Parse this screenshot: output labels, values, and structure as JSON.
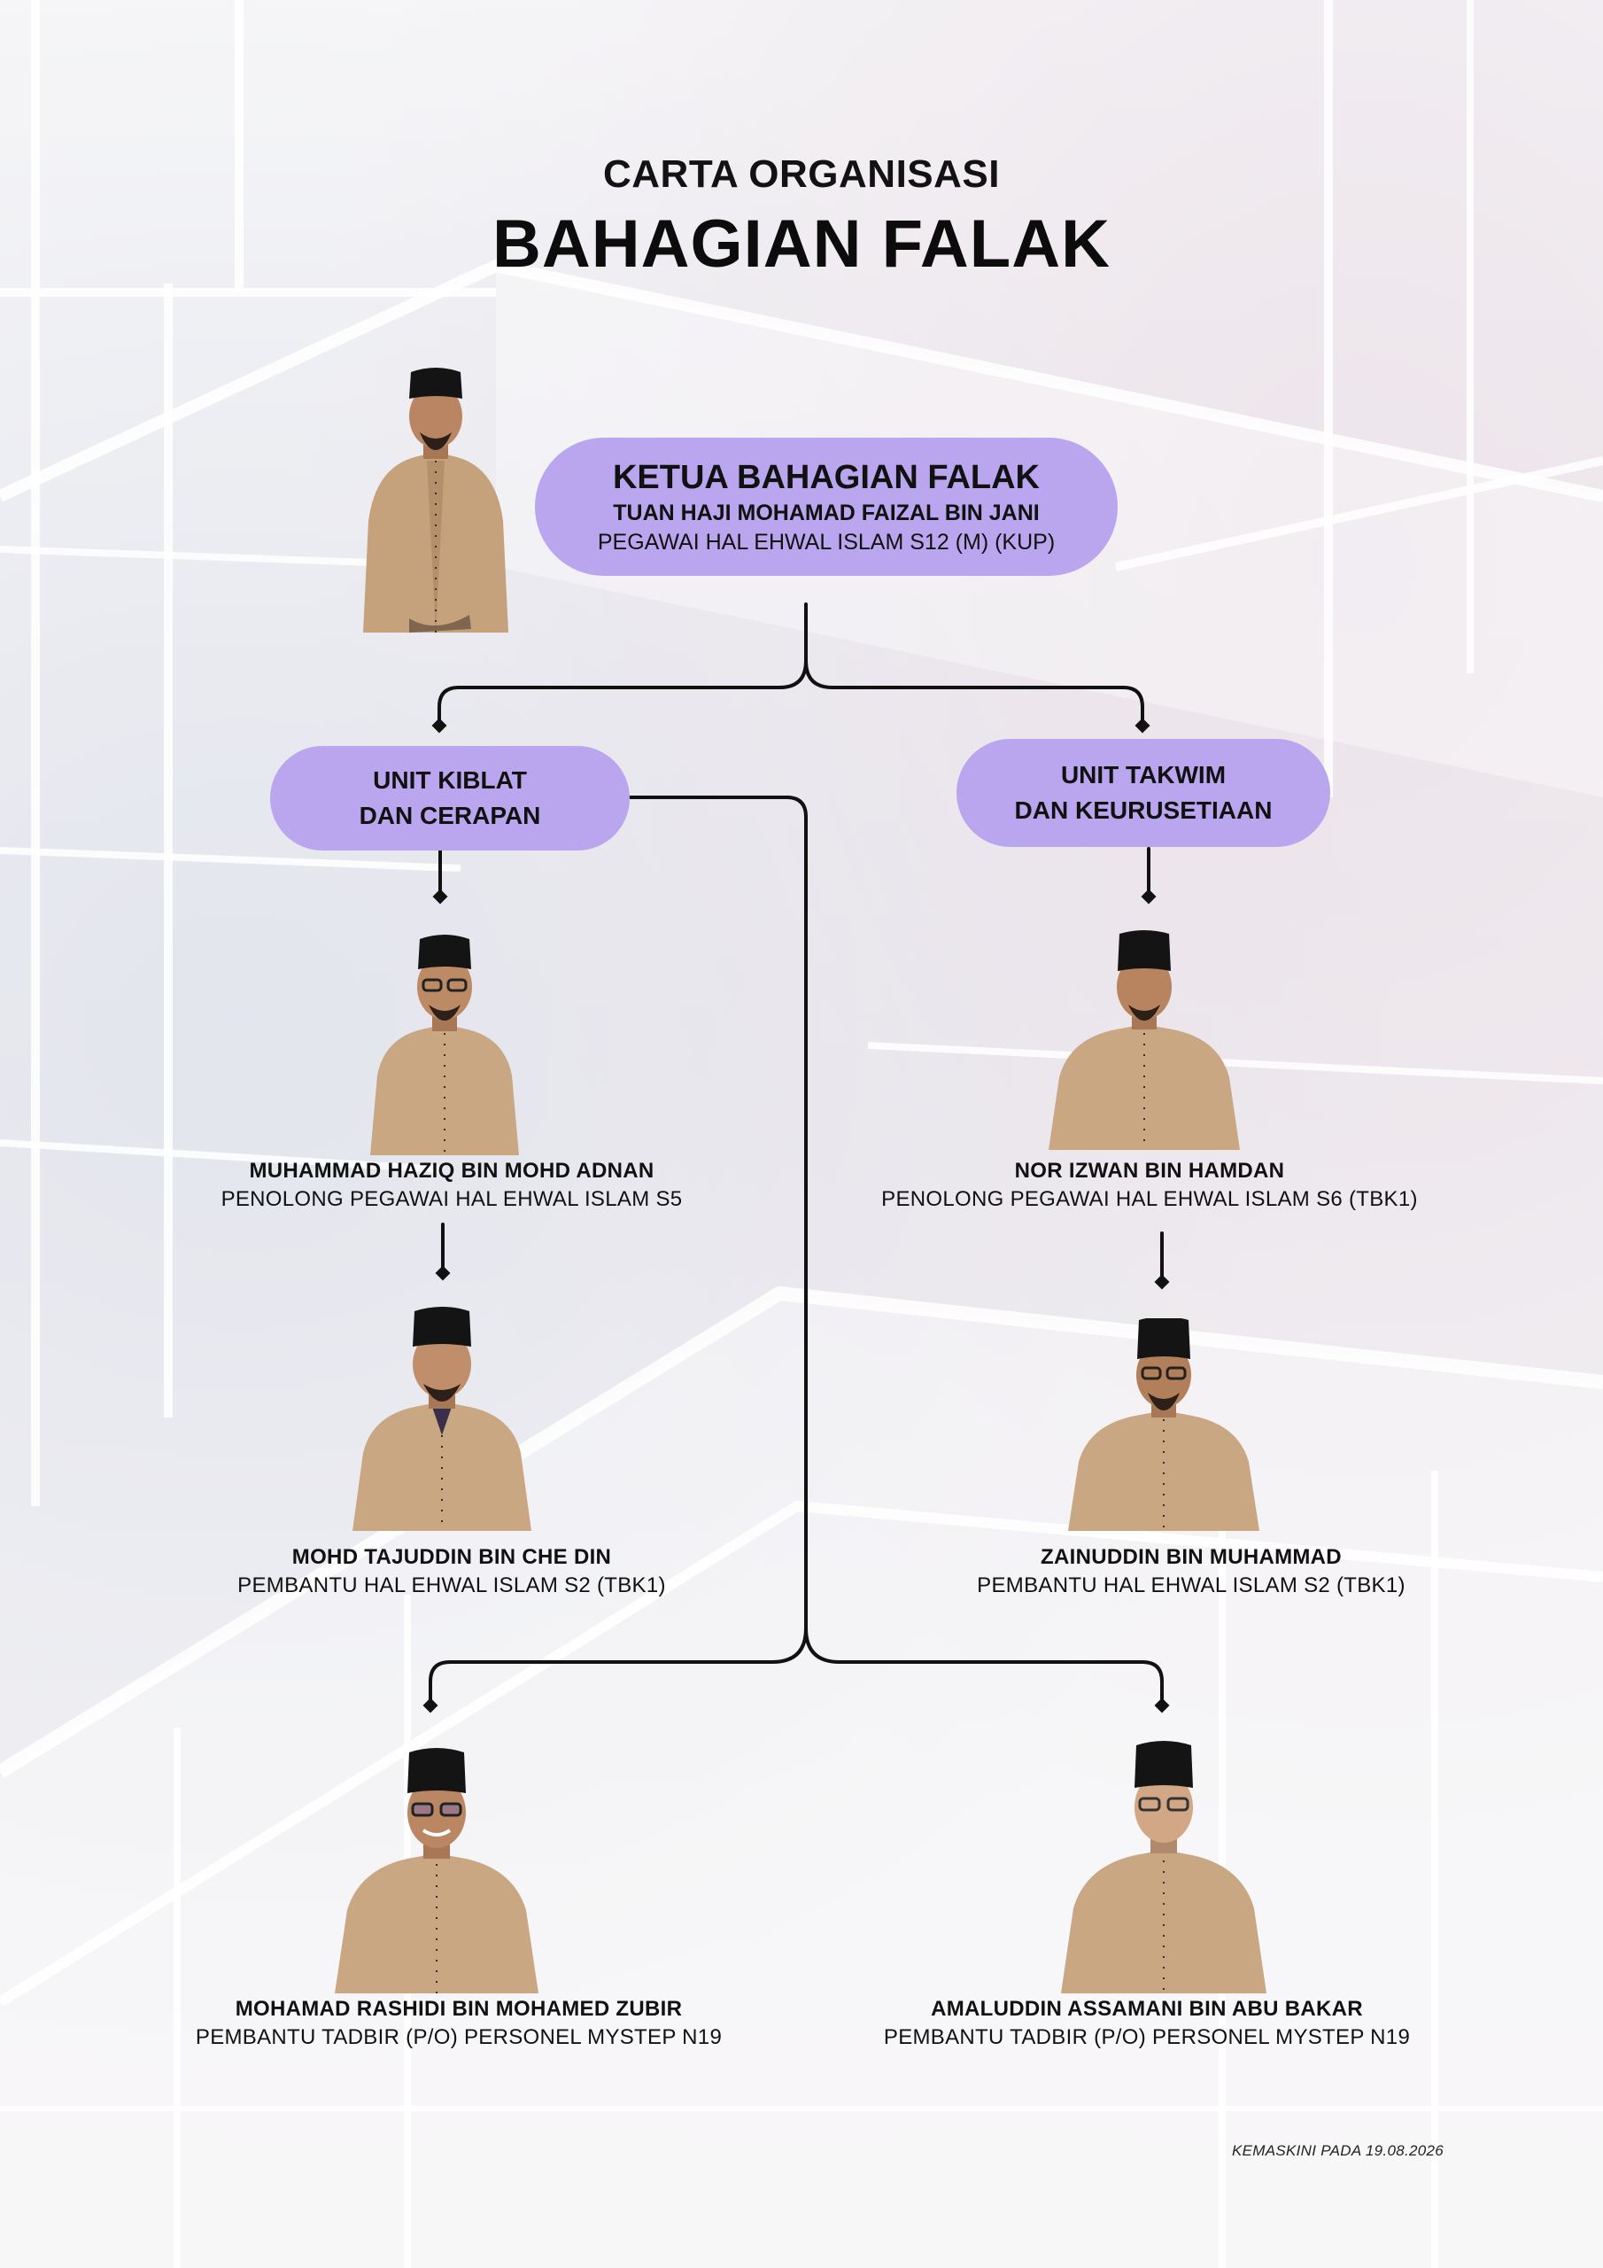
{
  "title": {
    "subtitle": "CARTA ORGANISASI",
    "main": "BAHAGIAN FALAK"
  },
  "head": {
    "title": "KETUA BAHAGIAN FALAK",
    "name": "TUAN HAJI MOHAMAD FAIZAL BIN JANI",
    "position": "PEGAWAI HAL EHWAL ISLAM S12 (M) (KUP)"
  },
  "units": [
    {
      "line1": "UNIT KIBLAT",
      "line2": "DAN CERAPAN"
    },
    {
      "line1": "UNIT TAKWIM",
      "line2": "DAN KEURUSETIAAN"
    }
  ],
  "staff": [
    {
      "name": "MUHAMMAD HAZIQ BIN MOHD ADNAN",
      "position": "PENOLONG PEGAWAI HAL EHWAL ISLAM S5"
    },
    {
      "name": "MOHD TAJUDDIN BIN CHE DIN",
      "position": "PEMBANTU HAL EHWAL ISLAM S2 (TBK1)"
    },
    {
      "name": "NOR IZWAN BIN HAMDAN",
      "position": "PENOLONG PEGAWAI HAL EHWAL ISLAM S6 (TBK1)"
    },
    {
      "name": "ZAINUDDIN BIN MUHAMMAD",
      "position": "PEMBANTU HAL EHWAL ISLAM S2 (TBK1)"
    },
    {
      "name": "MOHAMAD RASHIDI BIN MOHAMED ZUBIR",
      "position": "PEMBANTU TADBIR (P/O) PERSONEL MYSTEP N19"
    },
    {
      "name": "AMALUDDIN ASSAMANI BIN ABU BAKAR",
      "position": "PEMBANTU TADBIR (P/O) PERSONEL MYSTEP N19"
    }
  ],
  "footer": {
    "updated": "KEMASKINI PADA 19.08.2026"
  },
  "colors": {
    "pill": "#b9a6ee",
    "shirt": "#c9a783",
    "songkok": "#141414",
    "line": "#111111"
  }
}
